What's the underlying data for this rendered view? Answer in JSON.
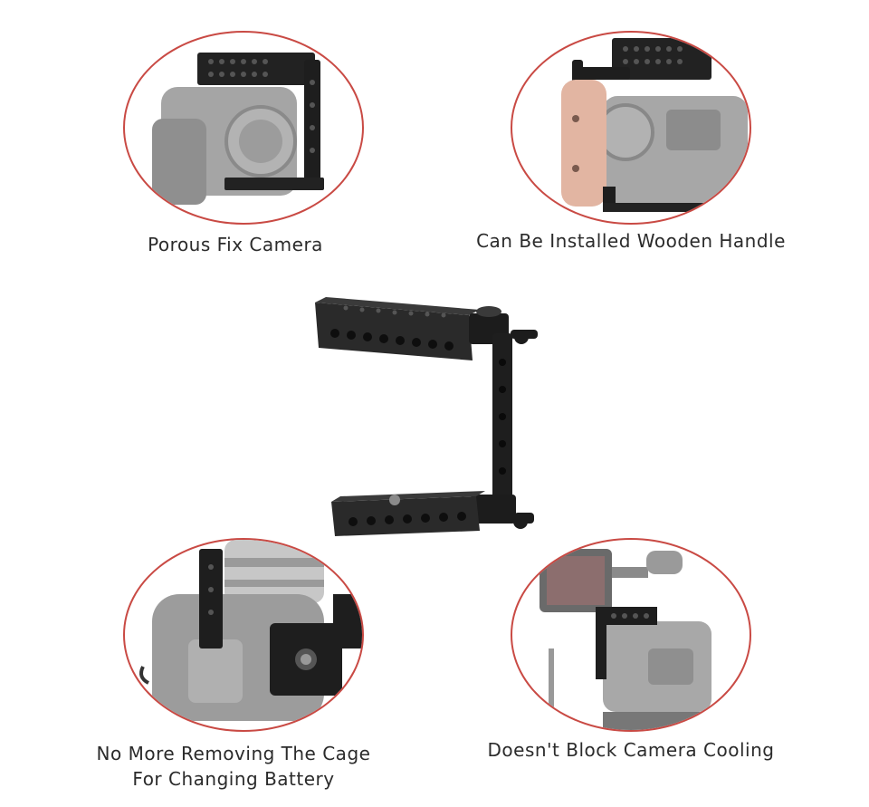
{
  "features": [
    {
      "id": "porous",
      "caption_lines": [
        "Porous Fix Camera"
      ]
    },
    {
      "id": "handle",
      "caption_lines": [
        "Can Be Installed Wooden Handle"
      ]
    },
    {
      "id": "battery",
      "caption_lines": [
        "No More Removing The Cage",
        "For Changing Battery"
      ]
    },
    {
      "id": "cooling",
      "caption_lines": [
        "Doesn't Block Camera Cooling"
      ]
    }
  ],
  "colors": {
    "ellipse_border": "#c94a44",
    "cage_metal": "#1e1e1e",
    "camera_gray": "#9a9a9a",
    "wood_handle": "#e2b5a2"
  },
  "icons": [
    "camera-cage-icon",
    "camera-body-icon",
    "wooden-handle-icon",
    "battery-door-icon",
    "monitor-icon"
  ]
}
